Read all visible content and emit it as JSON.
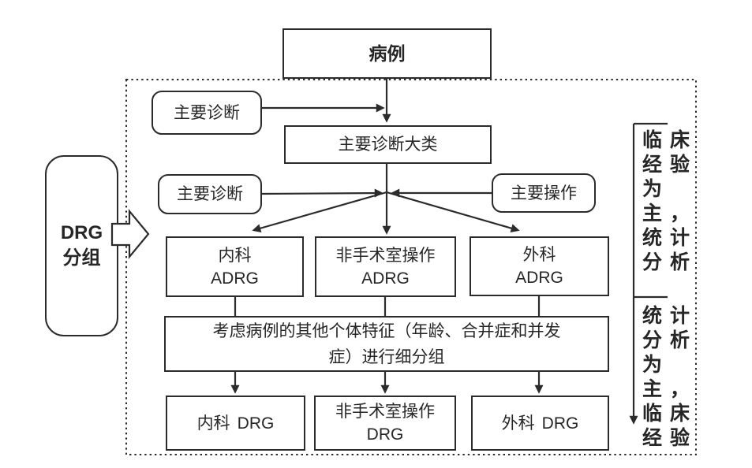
{
  "figure": {
    "case_label": "病例",
    "drg_group": {
      "latin": "DRG",
      "zh": "分组"
    },
    "primary_diagnosis_top": "主要诊断",
    "mdc_label": "主要诊断大类",
    "primary_diagnosis_mid": "主要诊断",
    "primary_operation": "主要操作",
    "adrg": {
      "internal": {
        "zh": "内科",
        "latin": "ADRG"
      },
      "non_or": {
        "zh": "非手术室操作",
        "latin": "ADRG"
      },
      "surgical": {
        "zh": "外科",
        "latin": "ADRG"
      }
    },
    "subdivision": {
      "line1": "考虑病例的其他个体特征（年龄、合并症和并发",
      "line2": "症）进行细分组"
    },
    "drg": {
      "internal": {
        "zh": "内科",
        "latin": "DRG"
      },
      "non_or": {
        "zh": "非手术室操作",
        "latin": "DRG"
      },
      "surgical": {
        "zh": "外科",
        "latin": "DRG"
      }
    },
    "annotation_top": {
      "lines": [
        "临床",
        "经验",
        "为",
        "主，",
        "统计",
        "分析"
      ]
    },
    "annotation_bottom": {
      "lines": [
        "统计",
        "分析",
        "为",
        "主，",
        "临床",
        "经验"
      ]
    }
  },
  "colors": {
    "ink": "#2b2b2b",
    "background": "#ffffff"
  }
}
